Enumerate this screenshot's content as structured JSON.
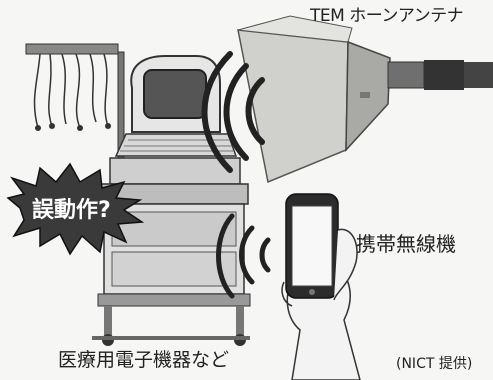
{
  "labels": {
    "antenna": "TEM ホーンアンテナ",
    "phone": "携帯無線機",
    "error": "誤動作?",
    "device": "医療用電子機器など",
    "credit": "(NICT 提供)"
  },
  "colors": {
    "background": "#f6f6f4",
    "burst": "#3a3a3a",
    "antenna_face": "#c9c9c5",
    "cart": "#dedede"
  }
}
